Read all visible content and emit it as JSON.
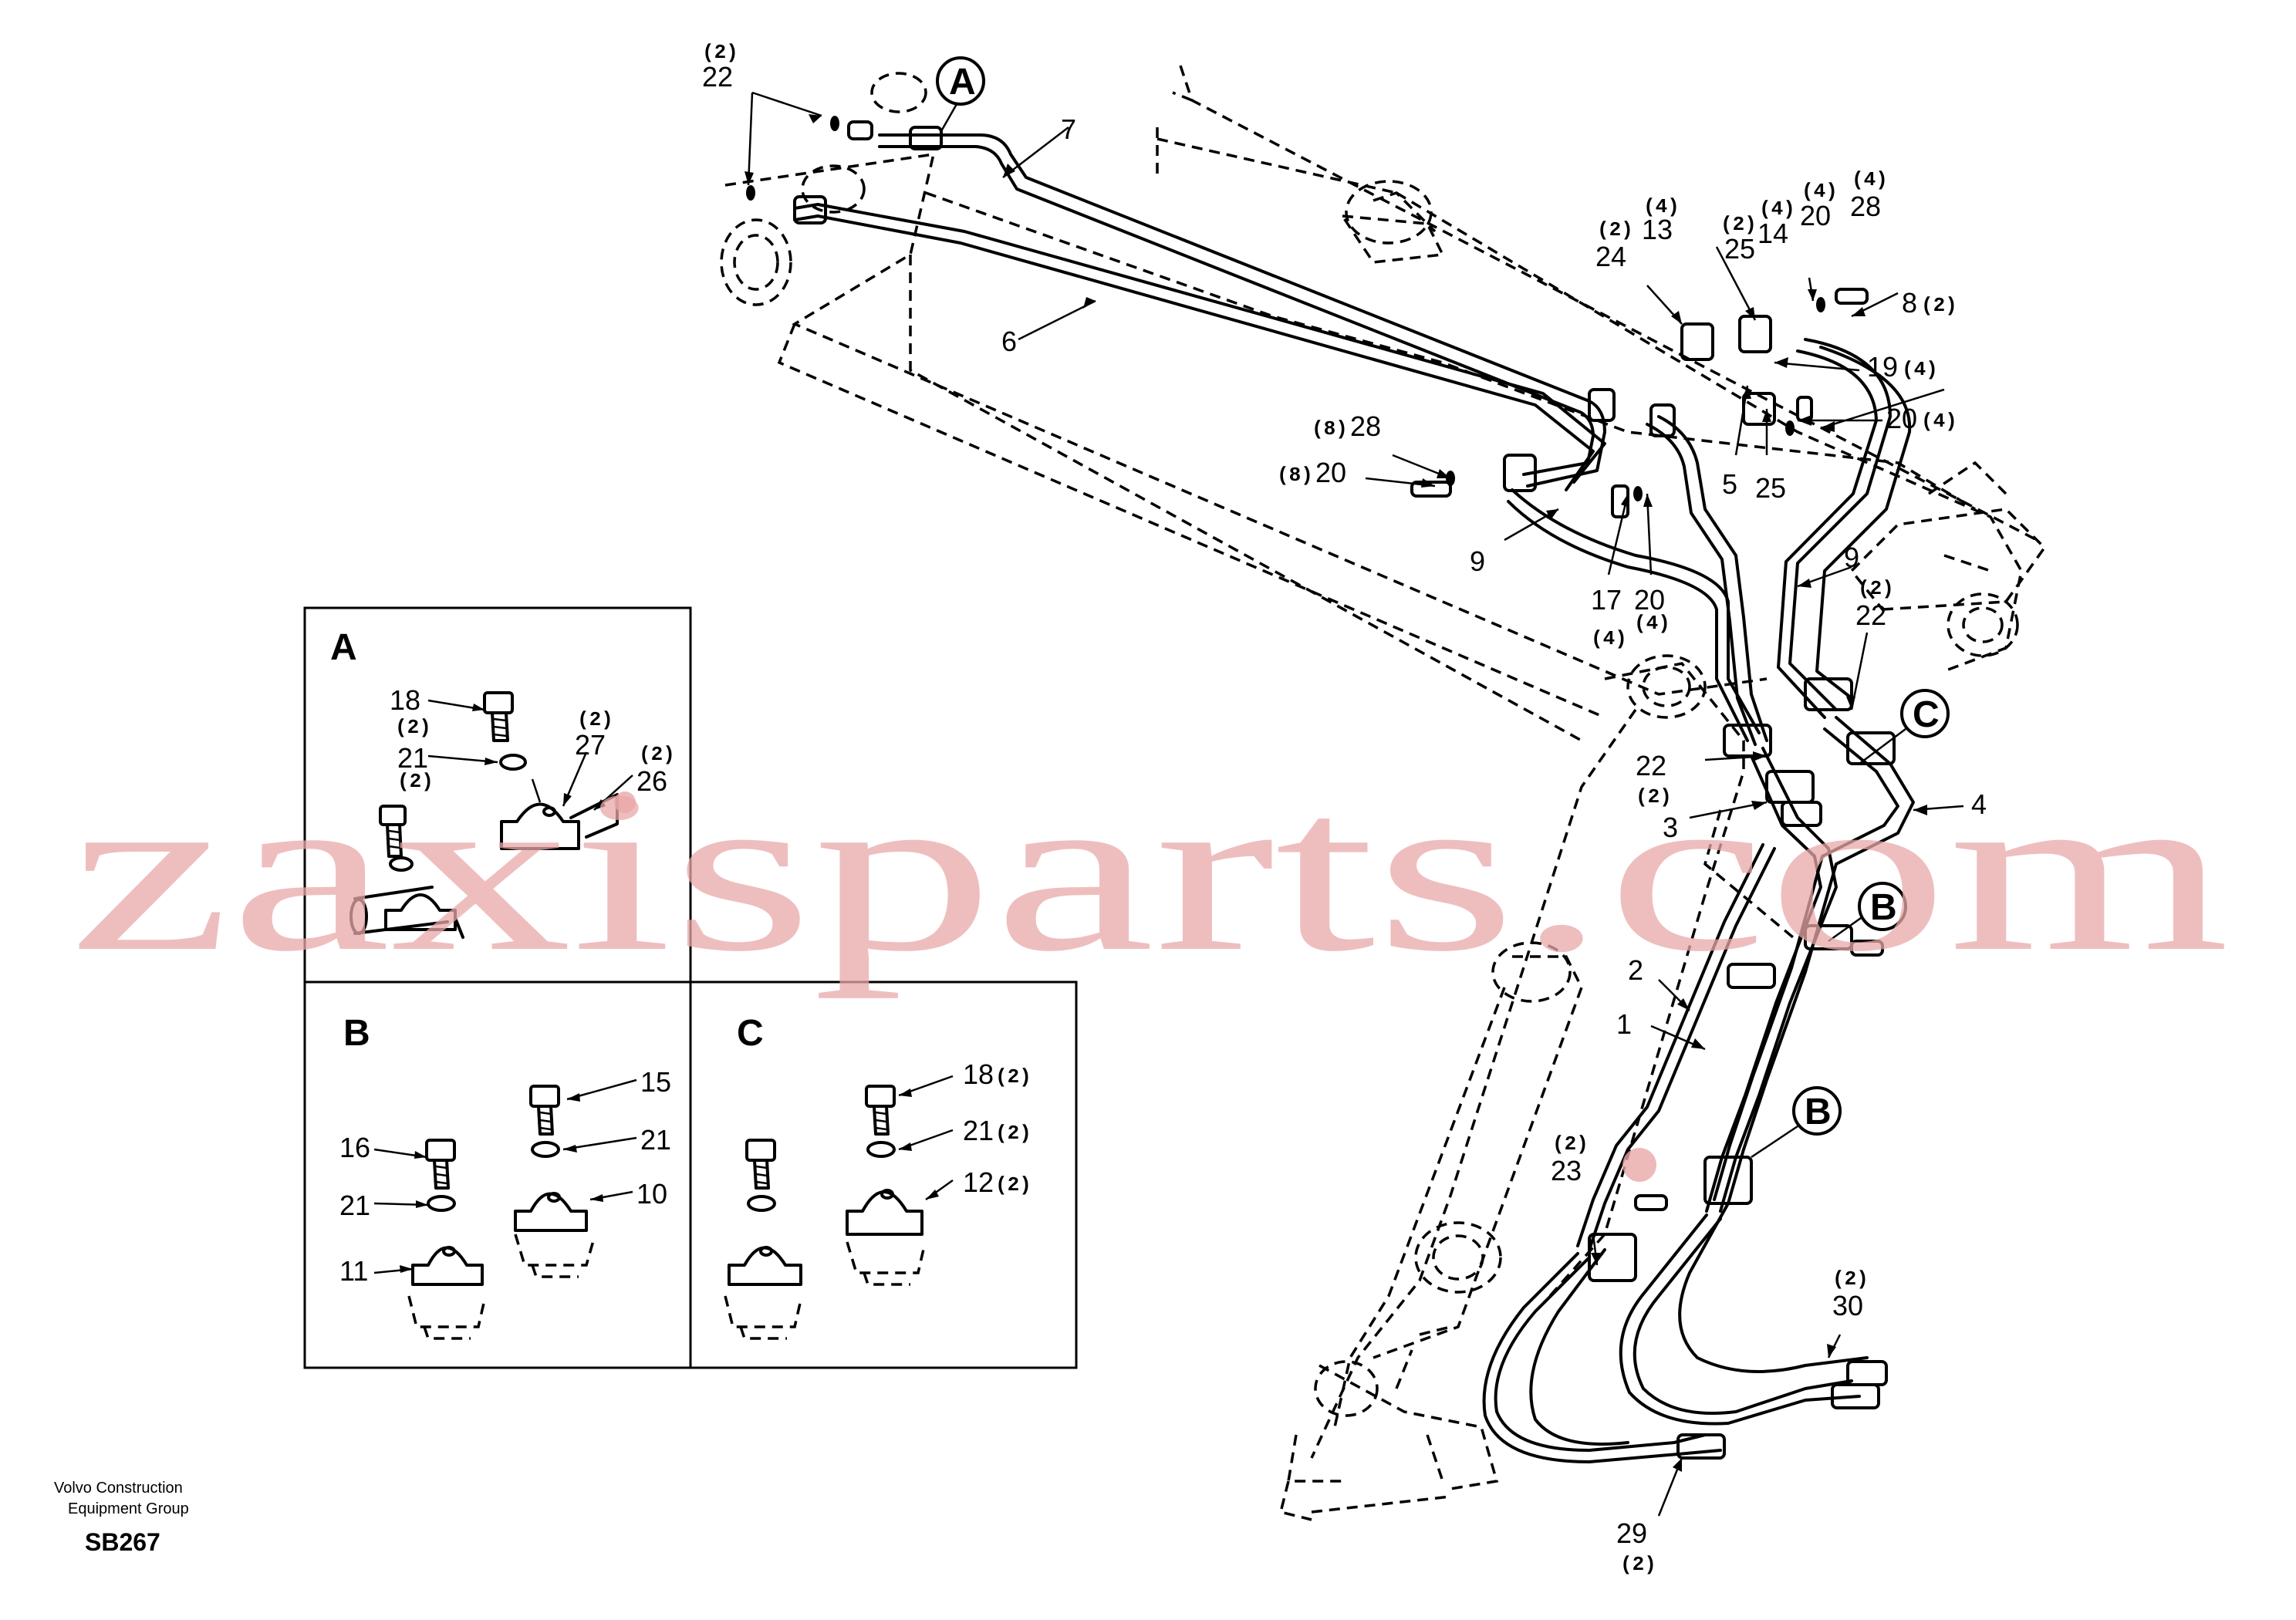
{
  "watermark": "zaxisparts.com",
  "detail_boxes": [
    {
      "id": "A",
      "title": "A"
    },
    {
      "id": "B",
      "title": "B"
    },
    {
      "id": "C",
      "title": "C"
    }
  ],
  "callouts": [
    {
      "label": "A"
    },
    {
      "label": "C"
    },
    {
      "label": "B"
    },
    {
      "label": "B"
    }
  ],
  "part_labels": [
    {
      "num": "22",
      "qty": "(2)"
    },
    {
      "num": "7",
      "qty": ""
    },
    {
      "num": "6",
      "qty": ""
    },
    {
      "num": "24",
      "qty": "(2)"
    },
    {
      "num": "13",
      "qty": "(4)"
    },
    {
      "num": "25",
      "qty": "(2)"
    },
    {
      "num": "14",
      "qty": "(4)"
    },
    {
      "num": "20",
      "qty": "(4)"
    },
    {
      "num": "28",
      "qty": "(4)"
    },
    {
      "num": "8",
      "qty": "(2)"
    },
    {
      "num": "19",
      "qty": "(4)"
    },
    {
      "num": "20",
      "qty": "(4)"
    },
    {
      "num": "28",
      "qty": "(8)"
    },
    {
      "num": "20",
      "qty": "(8)"
    },
    {
      "num": "5",
      "qty": ""
    },
    {
      "num": "25",
      "qty": ""
    },
    {
      "num": "9",
      "qty": ""
    },
    {
      "num": "17",
      "qty": "(4)"
    },
    {
      "num": "20",
      "qty": "(4)"
    },
    {
      "num": "9",
      "qty": ""
    },
    {
      "num": "22",
      "qty": "(2)"
    },
    {
      "num": "22",
      "qty": "(2)"
    },
    {
      "num": "3",
      "qty": ""
    },
    {
      "num": "4",
      "qty": ""
    },
    {
      "num": "2",
      "qty": ""
    },
    {
      "num": "1",
      "qty": ""
    },
    {
      "num": "23",
      "qty": "(2)"
    },
    {
      "num": "30",
      "qty": "(2)"
    },
    {
      "num": "29",
      "qty": "(2)"
    },
    {
      "num": "18",
      "qty": "(2)"
    },
    {
      "num": "21",
      "qty": "(2)"
    },
    {
      "num": "27",
      "qty": "(2)"
    },
    {
      "num": "26",
      "qty": "(2)"
    },
    {
      "num": "15",
      "qty": ""
    },
    {
      "num": "21",
      "qty": ""
    },
    {
      "num": "10",
      "qty": ""
    },
    {
      "num": "16",
      "qty": ""
    },
    {
      "num": "21",
      "qty": ""
    },
    {
      "num": "11",
      "qty": ""
    },
    {
      "num": "18",
      "qty": "(2)"
    },
    {
      "num": "21",
      "qty": "(2)"
    },
    {
      "num": "12",
      "qty": "(2)"
    }
  ],
  "footer": {
    "company_line1": "Volvo Construction",
    "company_line2": "Equipment Group",
    "code": "SB267"
  }
}
